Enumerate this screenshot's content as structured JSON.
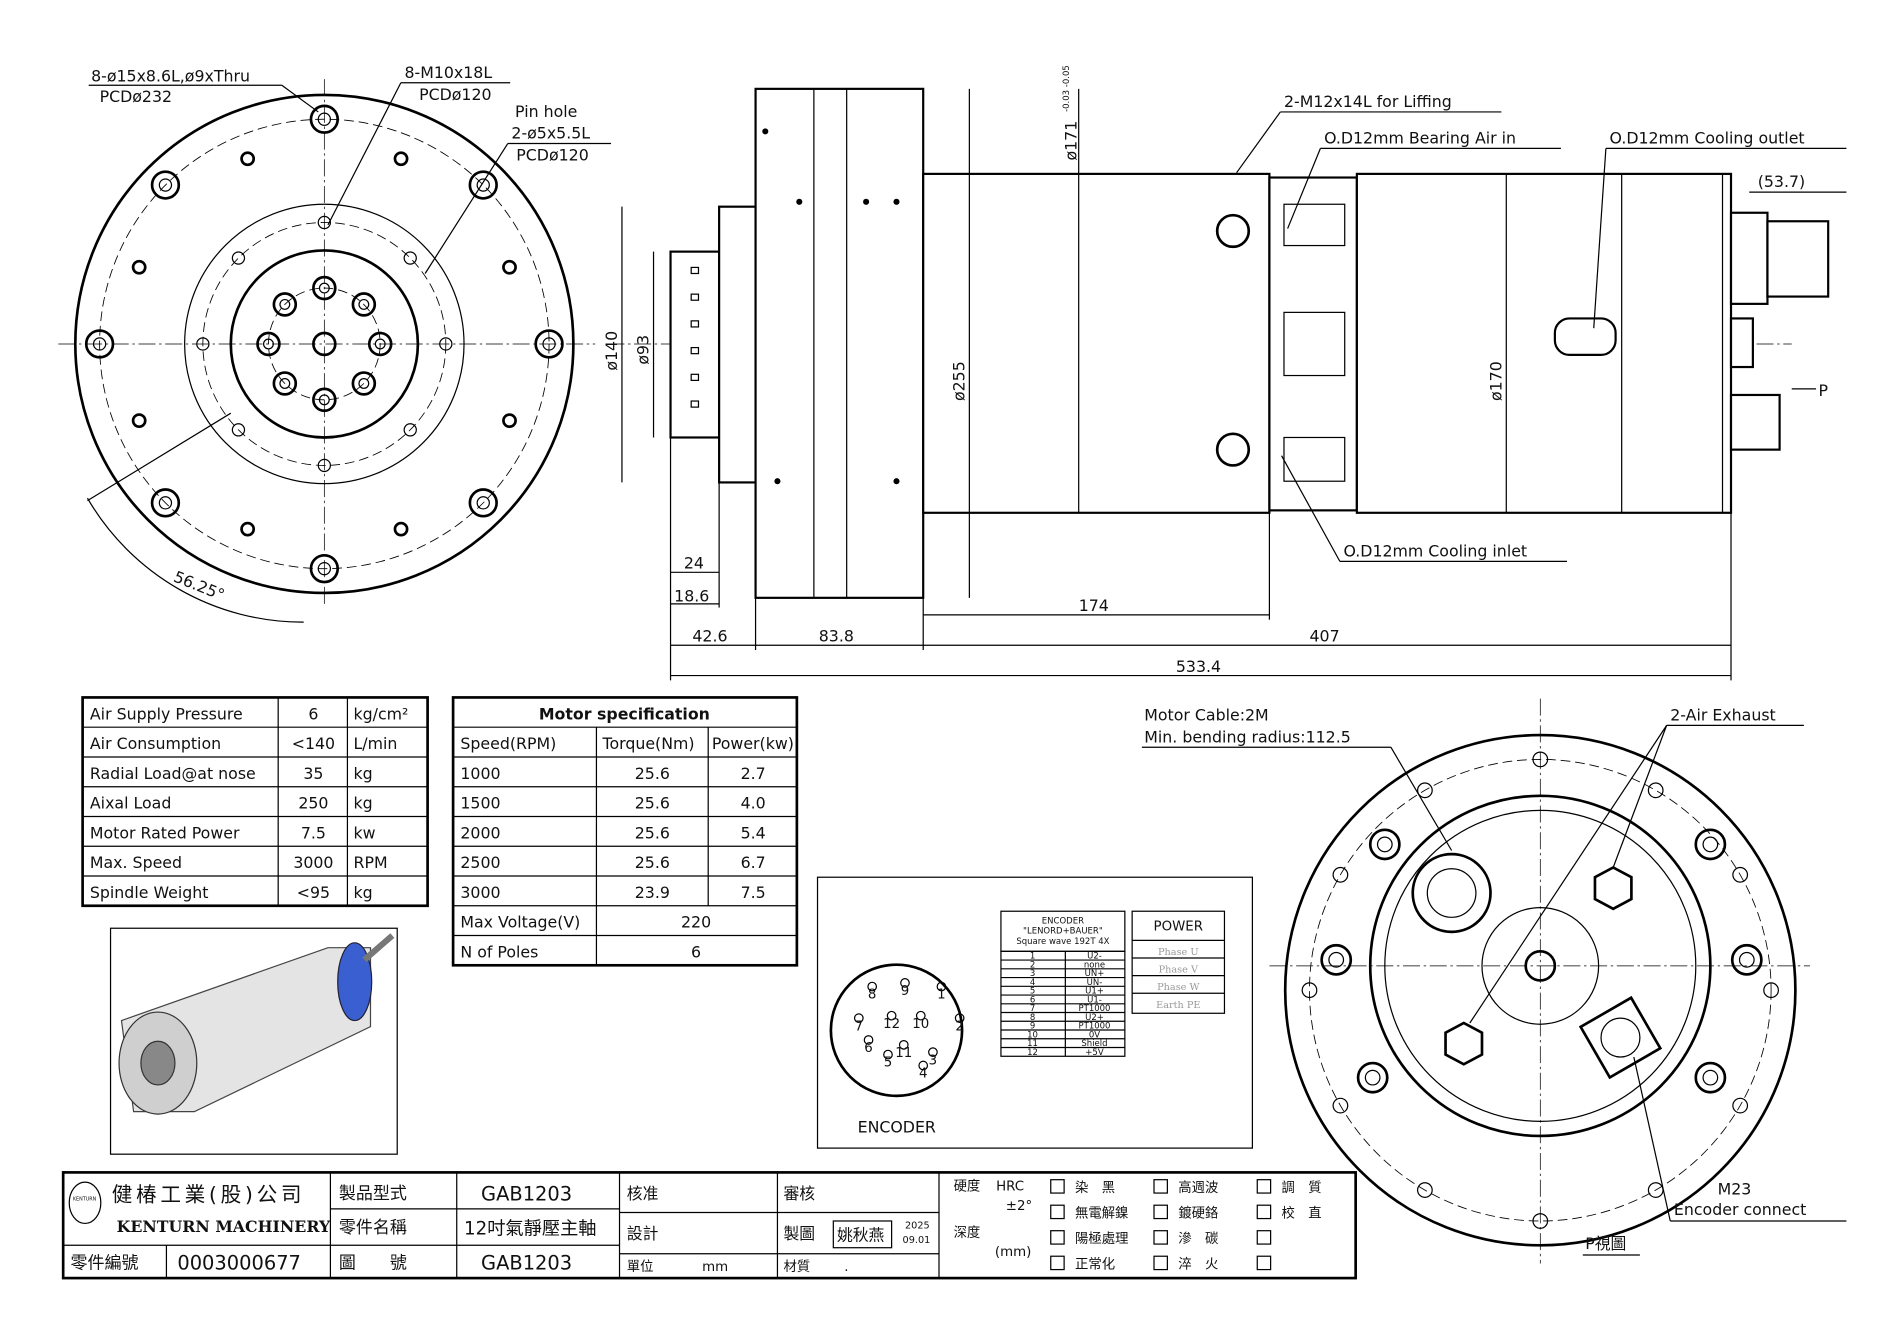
{
  "front_view": {
    "callout_holes": "8-ø15x8.6L,ø9xThru",
    "callout_holes_pcd": "PCDø232",
    "callout_threads": "8-M10x18L",
    "callout_threads_pcd": "PCDø120",
    "pin_hole": "Pin hole",
    "pin_hole_size": "2-ø5x5.5L",
    "pin_hole_pcd": "PCDø120",
    "angle": "56.25°"
  },
  "side_view": {
    "lifting": "2-M12x14L for Liffing",
    "bearing_air": "O.D12mm Bearing Air in",
    "cooling_outlet": "O.D12mm Cooling outlet",
    "cooling_inlet": "O.D12mm Cooling inlet",
    "d171": "ø171",
    "d171_tol": "-0.03 -0.05",
    "d140": "ø140",
    "d93": "ø93",
    "d255": "ø255",
    "d170": "ø170",
    "dim_53_7": "(53.7)",
    "dim_24": "24",
    "dim_18_6": "18.6",
    "dim_42_6": "42.6",
    "dim_83_8": "83.8",
    "dim_174": "174",
    "dim_407": "407",
    "dim_533_4": "533.4",
    "view_arrow": "P"
  },
  "spec_table": {
    "rows": [
      [
        "Air Supply Pressure",
        "6",
        "kg/cm²"
      ],
      [
        "Air Consumption",
        "<140",
        "L/min"
      ],
      [
        "Radial Load@at nose",
        "35",
        "kg"
      ],
      [
        "Aixal Load",
        "250",
        "kg"
      ],
      [
        "Motor Rated Power",
        "7.5",
        "kw"
      ],
      [
        "Max. Speed",
        "3000",
        "RPM"
      ],
      [
        "Spindle Weight",
        "<95",
        "kg"
      ]
    ]
  },
  "motor_table": {
    "title": "Motor specification",
    "headers": [
      "Speed(RPM)",
      "Torque(Nm)",
      "Power(kw)"
    ],
    "rows": [
      [
        "1000",
        "25.6",
        "2.7"
      ],
      [
        "1500",
        "25.6",
        "4.0"
      ],
      [
        "2000",
        "25.6",
        "5.4"
      ],
      [
        "2500",
        "25.6",
        "6.7"
      ],
      [
        "3000",
        "23.9",
        "7.5"
      ]
    ],
    "voltage_label": "Max Voltage(V)",
    "voltage_value": "220",
    "poles_label": "N of Poles",
    "poles_value": "6"
  },
  "encoder": {
    "label": "ENCODER",
    "table_title": [
      "ENCODER",
      "\"LENORD+BAUER\"",
      "Square wave 192T 4X"
    ],
    "pins": [
      [
        "1",
        "U2-"
      ],
      [
        "2",
        "none"
      ],
      [
        "3",
        "UN+"
      ],
      [
        "4",
        "UN-"
      ],
      [
        "5",
        "U1+"
      ],
      [
        "6",
        "U1-"
      ],
      [
        "7",
        "PT1000"
      ],
      [
        "8",
        "U2+"
      ],
      [
        "9",
        "PT1000"
      ],
      [
        "10",
        "0V"
      ],
      [
        "11",
        "Shield"
      ],
      [
        "12",
        "+5V"
      ]
    ],
    "power_title": "POWER",
    "power_rows": [
      "Phase U",
      "Phase V",
      "Phase W",
      "Earth PE"
    ],
    "connector_pins": [
      "1",
      "2",
      "3",
      "4",
      "5",
      "6",
      "7",
      "8",
      "9",
      "10",
      "11",
      "12"
    ]
  },
  "p_view": {
    "motor_cable": "Motor Cable:2M",
    "bending": "Min. bending radius:112.5",
    "air_exhaust": "2-Air Exhaust",
    "m23": "M23",
    "encoder_connect": "Encoder connect",
    "title": "P視圖"
  },
  "title_block": {
    "company_cn": "健椿工業(股)公司",
    "company_en": "KENTURN MACHINERY",
    "logo_text": "KENTURN",
    "model_label": "製品型式",
    "model_value": "GAB1203",
    "part_name_label": "零件名稱",
    "part_name_value": "12吋氣靜壓主軸",
    "part_no_label": "零件編號",
    "part_no_value": "0003000677",
    "drawing_no_label": "圖　　號",
    "drawing_no_value": "GAB1203",
    "approve": "核准",
    "review": "審核",
    "design": "設計",
    "draw": "製圖",
    "drafter": "姚秋燕",
    "date_year": "2025",
    "date_md": "09.01",
    "unit_label": "單位",
    "unit_value": "mm",
    "material_label": "材質",
    "material_value": ".",
    "hardness": "硬度",
    "hrc": "HRC",
    "tol": "±2°",
    "depth": "深度",
    "mm": "(mm)",
    "treatments": [
      [
        "染　黑",
        "高週波",
        "調　質"
      ],
      [
        "無電解鎳",
        "鍍硬鉻",
        "校　直"
      ],
      [
        "陽極處理",
        "滲　碳",
        ""
      ],
      [
        "正常化",
        "淬　火",
        ""
      ]
    ]
  }
}
